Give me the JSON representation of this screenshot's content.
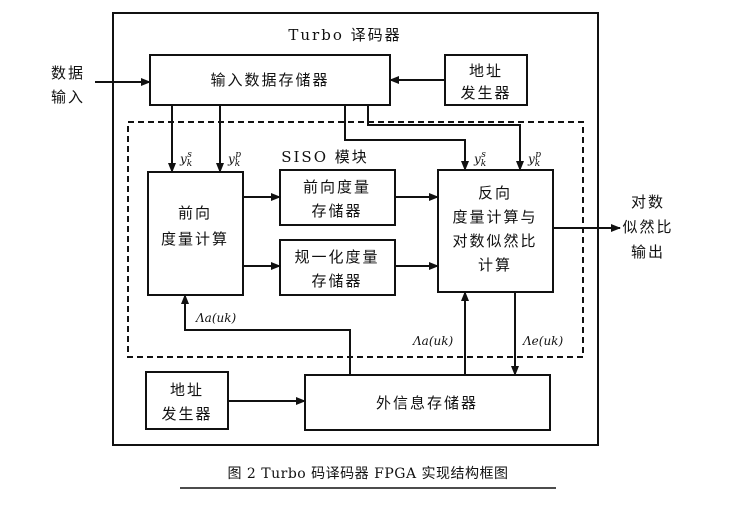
{
  "title": "Turbo 译码器",
  "siso_label": "SISO 模块",
  "caption": "图 2 Turbo 码译码器 FPGA 实现结构框图",
  "boxes": {
    "input_storage": "输入数据存储器",
    "addr_gen_top": [
      "地址",
      "发生器"
    ],
    "forward_calc": [
      "前向",
      "度量计算"
    ],
    "forward_storage": [
      "前向度量",
      "存储器"
    ],
    "norm_storage": [
      "规一化度量",
      "存储器"
    ],
    "backward_calc": [
      "反向",
      "度量计算与",
      "对数似然比",
      "计算"
    ],
    "addr_gen_bottom": [
      "地址",
      "发生器"
    ],
    "extrinsic_storage": "外信息存储器"
  },
  "io": {
    "data_input": [
      "数据",
      "输入"
    ],
    "llr_output": [
      "对数",
      "似然比",
      "输出"
    ]
  },
  "signals": {
    "ys_left": "y",
    "ys_left_sub": "k",
    "ys_left_sup": "s",
    "yp_left": "y",
    "yp_left_sub": "k",
    "yp_left_sup": "p",
    "ys_right": "y",
    "ys_right_sub": "k",
    "ys_right_sup": "s",
    "yp_right": "y",
    "yp_right_sub": "k",
    "yp_right_sup": "p",
    "lambda_a_left": "Λa(uk)",
    "lambda_a_right": "Λa(uk)",
    "lambda_e": "Λe(uk)"
  }
}
